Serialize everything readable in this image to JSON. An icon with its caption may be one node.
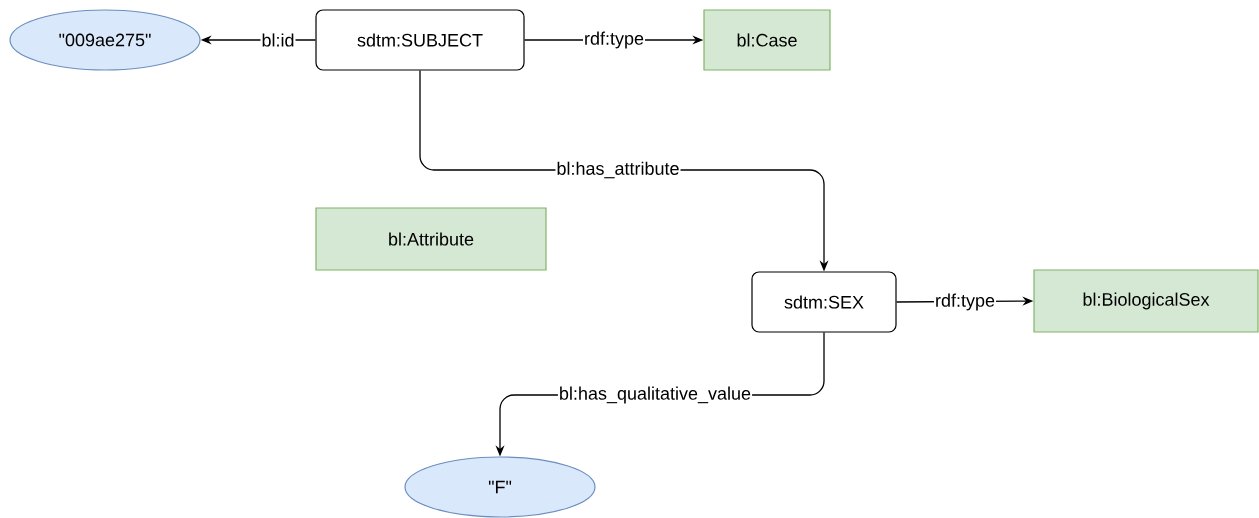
{
  "diagram": {
    "nodes": [
      {
        "text": [
          "\"009ae275\""
        ]
      },
      {
        "text": [
          "sdtm:SUBJECT"
        ]
      },
      {
        "text": [
          "bl:Case"
        ]
      },
      {
        "text": [
          "bl:Attribute"
        ]
      },
      {
        "text": [
          "sdtm:SEX"
        ]
      },
      {
        "text": [
          "bl:BiologicalSex"
        ]
      },
      {
        "text": [
          "\"F\""
        ]
      }
    ],
    "edges": [
      {
        "from": 1,
        "to": 0,
        "arrow": "to",
        "label": "bl:id"
      },
      {
        "from": 1,
        "to": 2,
        "arrow": "to",
        "label": "rdf:type"
      },
      {
        "from": 1,
        "to": 4,
        "arrow": "to",
        "label": "bl:has_attribute"
      },
      {
        "from": 4,
        "to": 5,
        "arrow": "to",
        "label": "rdf:type"
      },
      {
        "from": 4,
        "to": 6,
        "arrow": "to",
        "label": "bl:has_qualitative_value"
      }
    ]
  }
}
